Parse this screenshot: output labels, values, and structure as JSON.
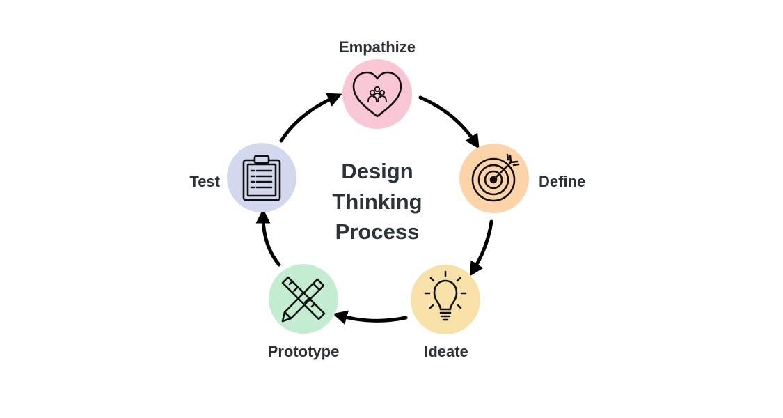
{
  "title": {
    "line1": "Design",
    "line2": "Thinking",
    "line3": "Process"
  },
  "stages": [
    {
      "label": "Empathize",
      "color": "#f9c6d3",
      "icon": "heart-people-icon"
    },
    {
      "label": "Define",
      "color": "#fdd3aa",
      "icon": "target-icon"
    },
    {
      "label": "Ideate",
      "color": "#f7e1a9",
      "icon": "lightbulb-icon"
    },
    {
      "label": "Prototype",
      "color": "#c4ecd1",
      "icon": "ruler-pencil-icon"
    },
    {
      "label": "Test",
      "color": "#d3d8ee",
      "icon": "clipboard-icon"
    }
  ]
}
